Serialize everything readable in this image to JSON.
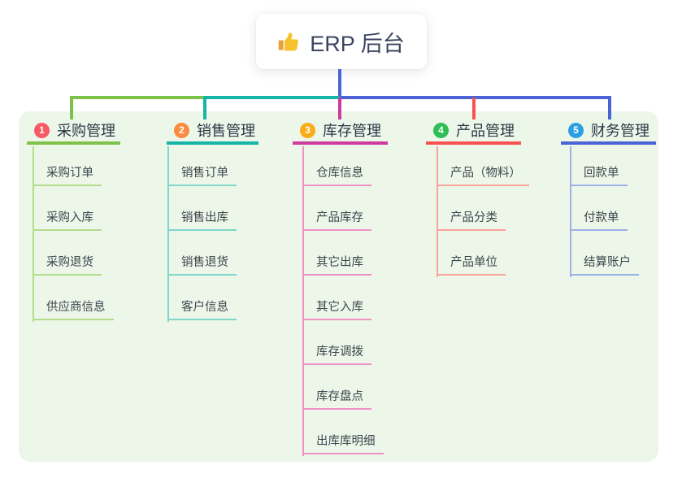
{
  "root": {
    "label": "ERP 后台",
    "icon": "thumbs-up-icon"
  },
  "branches": [
    {
      "number": "1",
      "label": "采购管理",
      "badge_color": "#f75965",
      "line_color": "#7ec24a",
      "child_line_color": "#b3dc8b",
      "children": [
        "采购订单",
        "采购入库",
        "采购退货",
        "供应商信息"
      ]
    },
    {
      "number": "2",
      "label": "销售管理",
      "badge_color": "#fb8b41",
      "line_color": "#16b6a6",
      "child_line_color": "#7fd6c9",
      "children": [
        "销售订单",
        "销售出库",
        "销售退货",
        "客户信息"
      ]
    },
    {
      "number": "3",
      "label": "库存管理",
      "badge_color": "#f9ac18",
      "line_color": "#ce3a9e",
      "child_line_color": "#ef90c6",
      "children": [
        "仓库信息",
        "产品库存",
        "其它出库",
        "其它入库",
        "库存调拨",
        "库存盘点",
        "出库库明细"
      ]
    },
    {
      "number": "4",
      "label": "产品管理",
      "badge_color": "#2dbe55",
      "line_color": "#fa5253",
      "child_line_color": "#fba29d",
      "children": [
        "产品（物料）",
        "产品分类",
        "产品单位"
      ]
    },
    {
      "number": "5",
      "label": "财务管理",
      "badge_color": "#2b9fe4",
      "line_color": "#4a63d5",
      "child_line_color": "#9db1e9",
      "children": [
        "回款单",
        "付款单",
        "结算账户"
      ]
    }
  ],
  "colors": {
    "panel_bg": "#edf7e9",
    "root_connector": "#4c63d6",
    "root_card_bg": "#ffffff"
  }
}
